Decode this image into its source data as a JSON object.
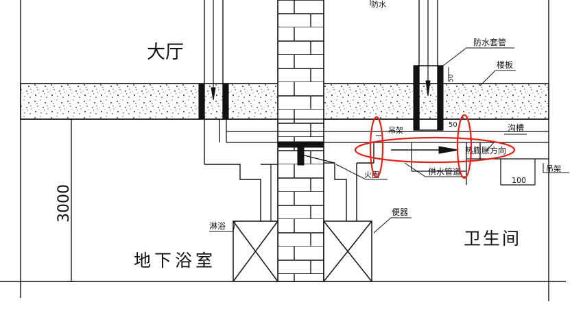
{
  "rooms": {
    "hall": "大厅",
    "basement_bath": "地下浴室",
    "washroom": "卫生间"
  },
  "dimensions": {
    "height": "3000",
    "offset": "100"
  },
  "labels": {
    "top_cut": "防水",
    "waterproof_sleeve": "防水套管",
    "floor_slab": "楼板",
    "sleeve_side": "50",
    "hanger_left": "吊架",
    "sleeve_bottom": "50",
    "trench": "沟槽",
    "expansion": "热膨胀方向",
    "water_pipe": "供水管道",
    "fire_stop": "火圈",
    "hanger_right": "吊架",
    "shower": "淋浴",
    "toilet": "便器"
  },
  "colors": {
    "line": "#111111",
    "annotation": "#e2231a"
  }
}
